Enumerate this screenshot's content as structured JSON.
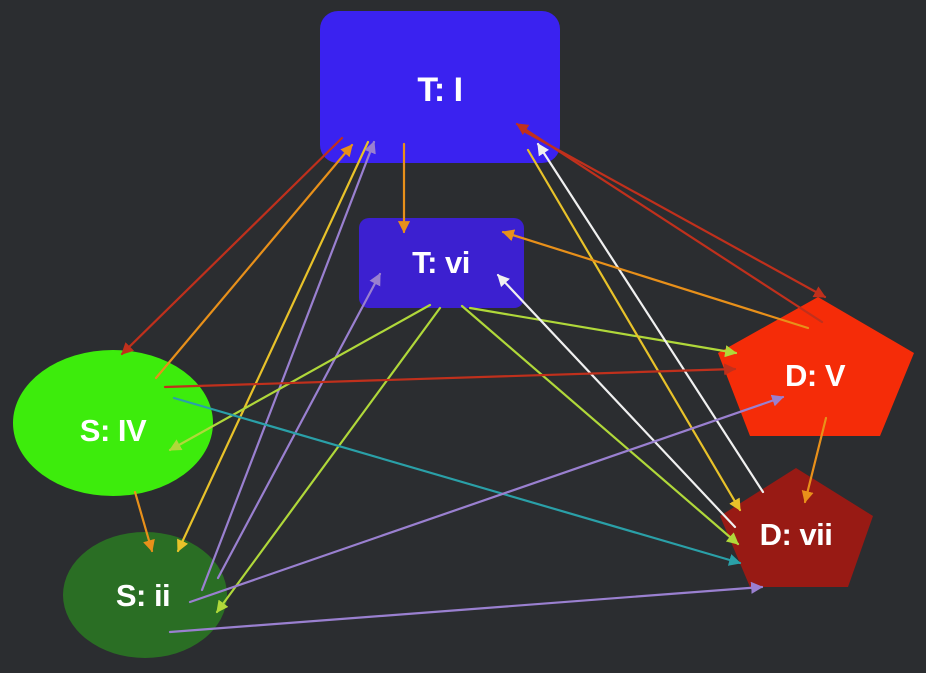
{
  "colors": {
    "background": "#2b2d30",
    "tonic_I": "#3a22f0",
    "tonic_vi": "#3c20d0",
    "subdominant_IV": "#3dec0c",
    "subdominant_ii": "#2a6e24",
    "dominant_V": "#f52c08",
    "dominant_vii": "#981a14",
    "arrow_orange": "#e8901a",
    "arrow_darkred": "#c0301c",
    "arrow_gold": "#e8c22a",
    "arrow_purple": "#9a80d0",
    "arrow_white": "#f0f0f0",
    "arrow_lime": "#b0d83a",
    "arrow_teal": "#2aa0a8"
  },
  "nodes": {
    "tonic_I": {
      "label": "T:  I"
    },
    "tonic_vi": {
      "label": "T:  vi"
    },
    "subdominant_IV": {
      "label": "S: IV"
    },
    "subdominant_ii": {
      "label": "S: ii"
    },
    "dominant_V": {
      "label": "D: V"
    },
    "dominant_vii": {
      "label": "D: vii"
    }
  },
  "edges": [
    {
      "from": "tonic_I",
      "to": "tonic_vi",
      "color": "arrow_orange"
    },
    {
      "from": "tonic_I",
      "to": "subdominant_IV",
      "color": "arrow_darkred"
    },
    {
      "from": "subdominant_IV",
      "to": "tonic_I",
      "color": "arrow_orange"
    },
    {
      "from": "tonic_I",
      "to": "subdominant_ii",
      "color": "arrow_gold"
    },
    {
      "from": "subdominant_ii",
      "to": "tonic_I",
      "color": "arrow_purple"
    },
    {
      "from": "subdominant_ii",
      "to": "tonic_vi",
      "color": "arrow_purple"
    },
    {
      "from": "tonic_vi",
      "to": "subdominant_IV",
      "color": "arrow_lime"
    },
    {
      "from": "tonic_vi",
      "to": "subdominant_ii",
      "color": "arrow_lime"
    },
    {
      "from": "tonic_vi",
      "to": "dominant_V",
      "color": "arrow_lime"
    },
    {
      "from": "tonic_vi",
      "to": "dominant_vii",
      "color": "arrow_lime"
    },
    {
      "from": "dominant_vii",
      "to": "tonic_vi",
      "color": "arrow_white"
    },
    {
      "from": "dominant_vii",
      "to": "tonic_I",
      "color": "arrow_white"
    },
    {
      "from": "tonic_I",
      "to": "dominant_vii",
      "color": "arrow_gold"
    },
    {
      "from": "dominant_V",
      "to": "tonic_vi",
      "color": "arrow_orange"
    },
    {
      "from": "dominant_V",
      "to": "tonic_I",
      "color": "arrow_darkred"
    },
    {
      "from": "tonic_I",
      "to": "dominant_V",
      "color": "arrow_darkred"
    },
    {
      "from": "subdominant_IV",
      "to": "dominant_V",
      "color": "arrow_darkred"
    },
    {
      "from": "subdominant_IV",
      "to": "dominant_vii",
      "color": "arrow_teal"
    },
    {
      "from": "subdominant_IV",
      "to": "subdominant_ii",
      "color": "arrow_orange"
    },
    {
      "from": "subdominant_ii",
      "to": "dominant_V",
      "color": "arrow_purple"
    },
    {
      "from": "subdominant_ii",
      "to": "dominant_vii",
      "color": "arrow_purple"
    },
    {
      "from": "dominant_V",
      "to": "dominant_vii",
      "color": "arrow_orange"
    }
  ]
}
